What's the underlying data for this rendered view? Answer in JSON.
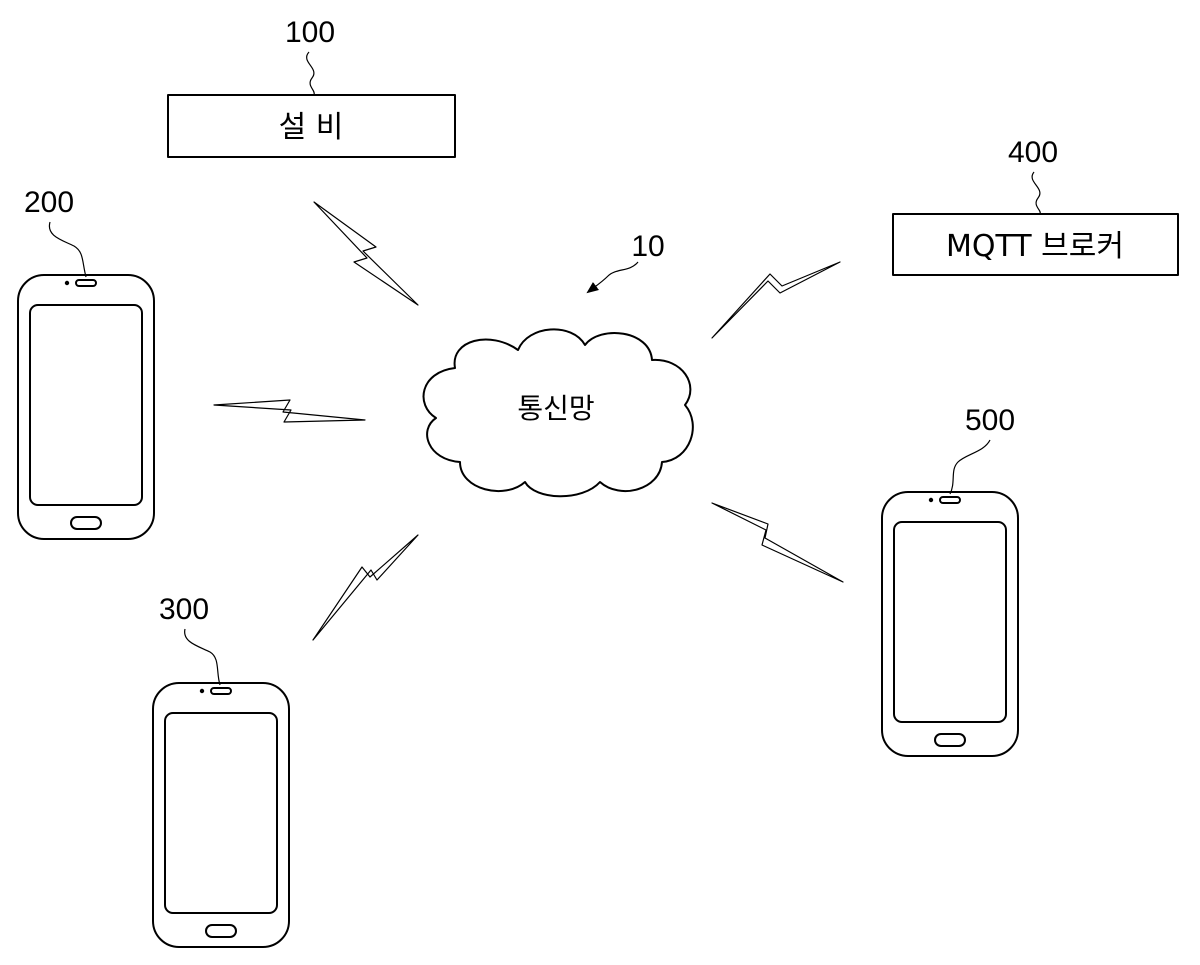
{
  "network": {
    "ref": "10",
    "label": "통신망"
  },
  "equipment": {
    "ref": "100",
    "label": "설 비"
  },
  "terminal_a": {
    "ref": "200"
  },
  "terminal_b": {
    "ref": "300"
  },
  "broker": {
    "ref": "400",
    "label": "MQTT 브로커"
  },
  "terminal_c": {
    "ref": "500"
  }
}
